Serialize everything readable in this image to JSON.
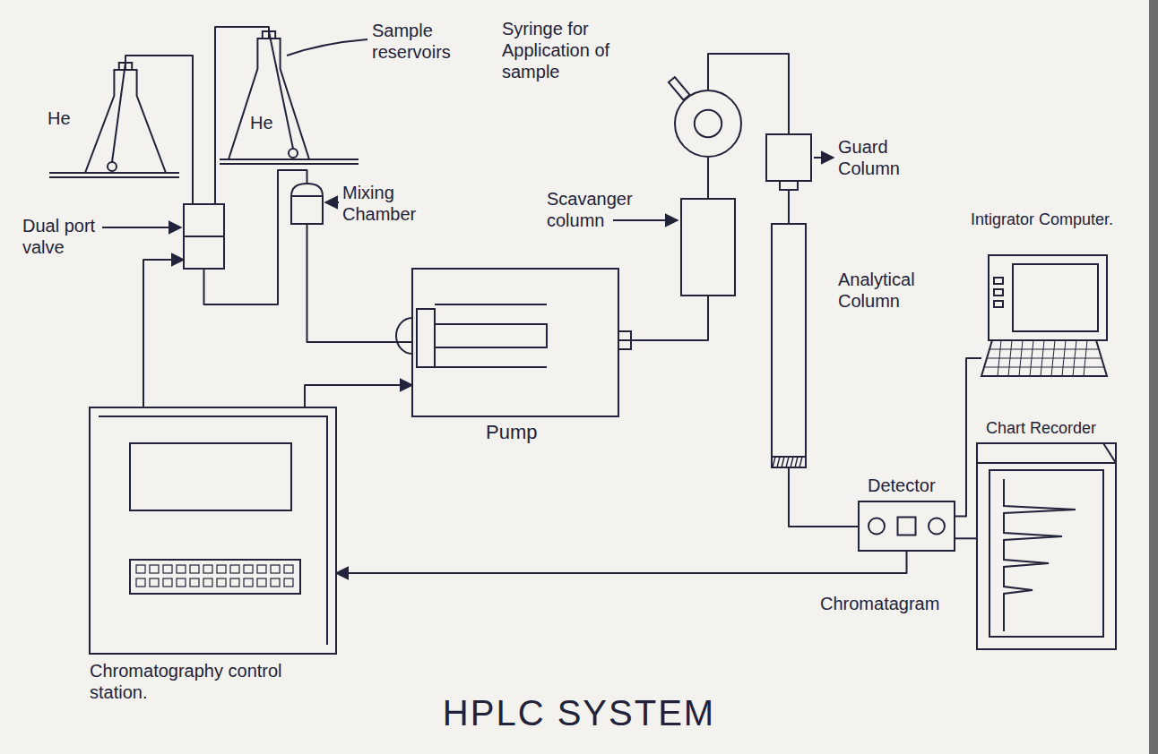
{
  "diagram": {
    "title": "HPLC SYSTEM",
    "nodes": [
      {
        "text": [
          "He"
        ]
      },
      {
        "text": [
          "He"
        ]
      },
      {
        "text": [
          "Dual port valve"
        ]
      },
      {
        "text": [
          "Mixing Chamber"
        ]
      },
      {
        "text": [
          "Pump"
        ]
      },
      {
        "text": [
          "Scavanger column"
        ]
      },
      {
        "text": [
          "Syringe for Application of sample"
        ]
      },
      {
        "text": [
          "Guard Column"
        ]
      },
      {
        "text": [
          "Analytical Column"
        ]
      },
      {
        "text": [
          "Detector"
        ]
      },
      {
        "text": [
          "Intigrator Computer."
        ]
      },
      {
        "text": [
          "Chart Recorder"
        ]
      },
      {
        "text": [
          "Chromatography control station."
        ]
      }
    ],
    "edges": [
      {
        "from": 0,
        "to": 2,
        "arrow": "none"
      },
      {
        "from": 1,
        "to": 2,
        "arrow": "none"
      },
      {
        "from": 2,
        "to": 3,
        "arrow": "none"
      },
      {
        "from": 3,
        "to": 4,
        "arrow": "none"
      },
      {
        "from": 12,
        "to": 4,
        "arrow": "to"
      },
      {
        "from": 12,
        "to": 2,
        "arrow": "to"
      },
      {
        "from": 4,
        "to": 5,
        "arrow": "none"
      },
      {
        "from": 5,
        "to": 6,
        "arrow": "none"
      },
      {
        "from": 6,
        "to": 7,
        "arrow": "none"
      },
      {
        "from": 7,
        "to": 8,
        "arrow": "none"
      },
      {
        "from": 8,
        "to": 9,
        "arrow": "none"
      },
      {
        "from": 9,
        "to": 10,
        "arrow": "none"
      },
      {
        "from": 9,
        "to": 11,
        "arrow": "none"
      },
      {
        "from": 9,
        "to": 12,
        "arrow": "to"
      }
    ],
    "labels": [
      "Sample reservoirs",
      "Chromatagram"
    ]
  }
}
